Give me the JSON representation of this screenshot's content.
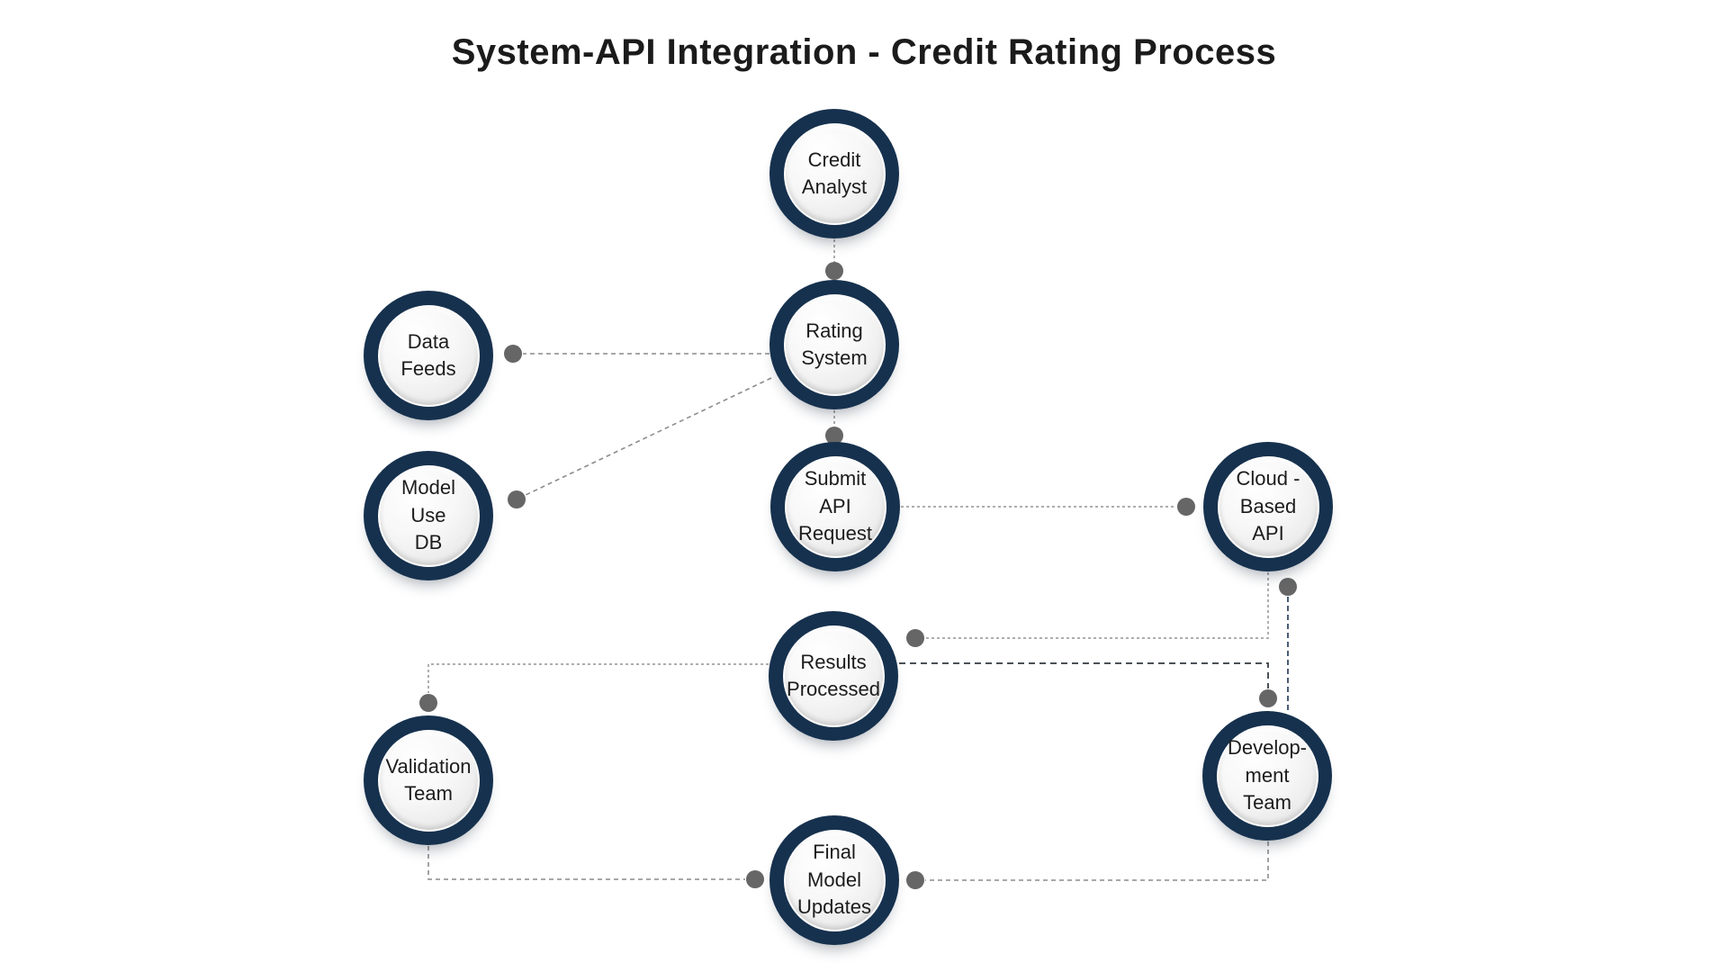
{
  "title": "System-API Integration - Credit Rating Process",
  "diagram": {
    "nodes": [
      {
        "id": "credit-analyst",
        "label": "Credit\nAnalyst"
      },
      {
        "id": "rating-system",
        "label": "Rating\nSystem"
      },
      {
        "id": "data-feeds",
        "label": "Data\nFeeds"
      },
      {
        "id": "model-use-db",
        "label": "Model\nUse\nDB"
      },
      {
        "id": "submit-api-request",
        "label": "Submit\nAPI\nRequest"
      },
      {
        "id": "cloud-based-api",
        "label": "Cloud -\nBased\nAPI"
      },
      {
        "id": "results-processed",
        "label": "Results\nProcessed"
      },
      {
        "id": "validation-team",
        "label": "Validation\nTeam"
      },
      {
        "id": "development-team",
        "label": "Develop-\nment\nTeam"
      },
      {
        "id": "final-model-updates",
        "label": "Final\nModel\nUpdates"
      }
    ],
    "edges": [
      {
        "from": "credit-analyst",
        "to": "rating-system"
      },
      {
        "from": "rating-system",
        "to": "data-feeds"
      },
      {
        "from": "rating-system",
        "to": "model-use-db"
      },
      {
        "from": "rating-system",
        "to": "submit-api-request"
      },
      {
        "from": "submit-api-request",
        "to": "cloud-based-api"
      },
      {
        "from": "cloud-based-api",
        "to": "results-processed"
      },
      {
        "from": "results-processed",
        "to": "development-team"
      },
      {
        "from": "cloud-based-api",
        "to": "development-team"
      },
      {
        "from": "results-processed",
        "to": "validation-team"
      },
      {
        "from": "validation-team",
        "to": "final-model-updates"
      },
      {
        "from": "development-team",
        "to": "final-model-updates"
      }
    ]
  },
  "colors": {
    "background": "#ffffff",
    "navy_ring": "#16314e",
    "node_fill_light": "#ffffff",
    "node_fill_shade": "#e4e4e4",
    "dot_gray": "#666666",
    "connector_gray_light": "#aeaeae",
    "connector_gray": "#8c8c8c",
    "connector_dark": "#4b5157",
    "connector_slate_blue": "#4a5c74",
    "title_color": "#1b1b1b",
    "label_color": "#1c1c1c"
  }
}
